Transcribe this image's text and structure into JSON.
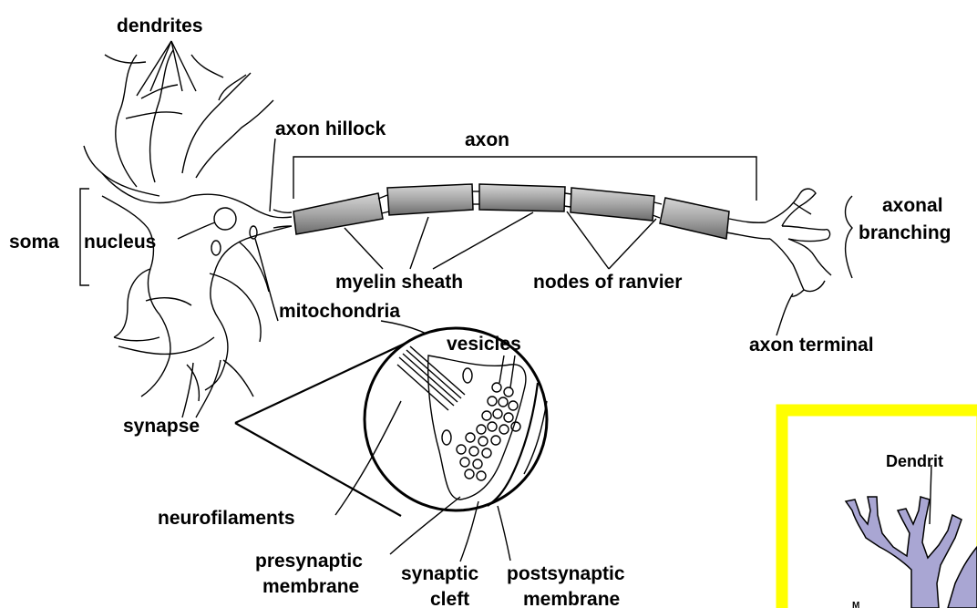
{
  "labels": {
    "dendrites": "dendrites",
    "axon_hillock": "axon hillock",
    "axon": "axon",
    "soma": "soma",
    "nucleus": "nucleus",
    "axonal_branching_1": "axonal",
    "axonal_branching_2": "branching",
    "myelin_sheath": "myelin sheath",
    "nodes_of_ranvier": "nodes of ranvier",
    "mitochondria": "mitochondria",
    "axon_terminal": "axon terminal",
    "vesicles": "vesicles",
    "synapse": "synapse",
    "neurofilaments": "neurofilaments",
    "presynaptic_membrane_1": "presynaptic",
    "presynaptic_membrane_2": "membrane",
    "synaptic_cleft_1": "synaptic",
    "synaptic_cleft_2": "cleft",
    "postsynaptic_membrane_1": "postsynaptic",
    "postsynaptic_membrane_2": "membrane",
    "dendrit": "Dendrit"
  },
  "colors": {
    "myelin_fill": "#a6a6a6",
    "inset_border": "#ffff00",
    "dendrit_fill": "#a9a6d3"
  }
}
